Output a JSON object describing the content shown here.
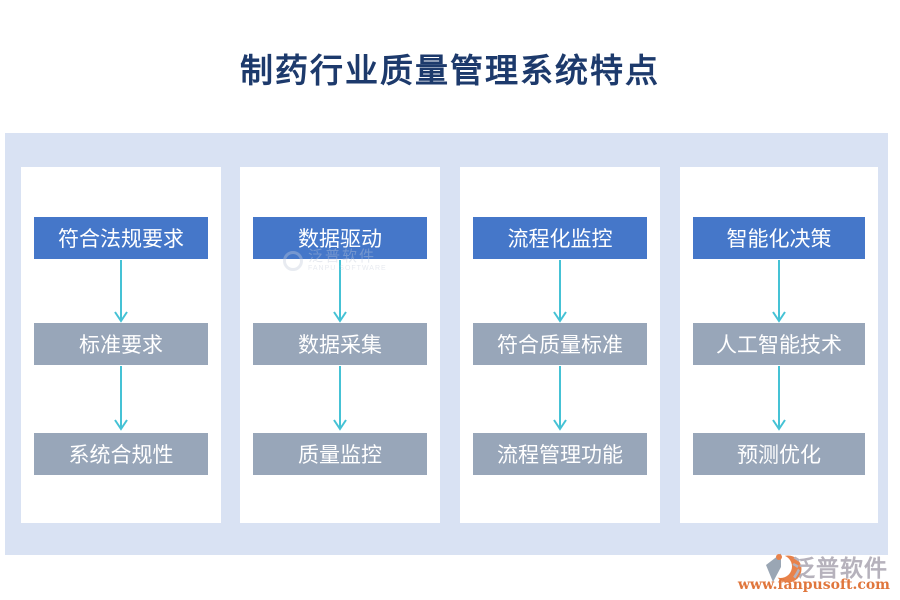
{
  "title": "制药行业质量管理系统特点",
  "colors": {
    "title-navy": "#1d3a6c",
    "panel-blue": "#d9e2f3",
    "header-blue": "#4577c9",
    "item-gray": "#98a6b9",
    "arrow-teal": "#45c2d5",
    "brand-gray": "#b6b2bc",
    "brand-orange": "#e0763c"
  },
  "columns": [
    {
      "header": "符合法规要求",
      "items": [
        "标准要求",
        "系统合规性"
      ]
    },
    {
      "header": "数据驱动",
      "items": [
        "数据采集",
        "质量监控"
      ]
    },
    {
      "header": "流程化监控",
      "items": [
        "符合质量标准",
        "流程管理功能"
      ]
    },
    {
      "header": "智能化决策",
      "items": [
        "人工智能技术",
        "预测优化"
      ]
    }
  ],
  "watermark": {
    "name": "泛普软件",
    "subname": "FANPU SOFTWARE"
  },
  "brand": {
    "name": "泛普软件",
    "url": "www.fanpusoft.com"
  }
}
